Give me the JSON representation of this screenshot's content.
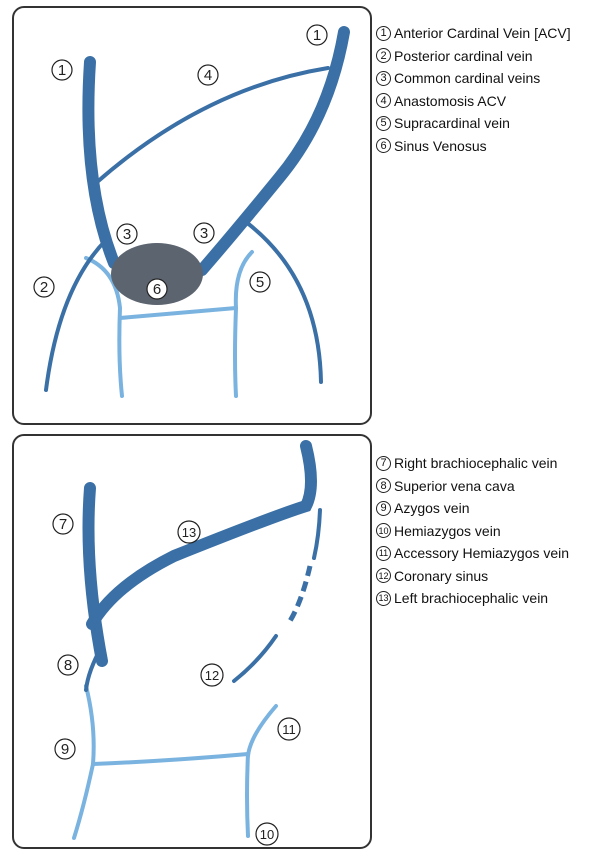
{
  "colors": {
    "dark_vein": "#3a70a6",
    "light_vein": "#7ab3df",
    "sinus": "#5c6470"
  },
  "top_panel": {
    "markers": [
      "1",
      "1",
      "4",
      "3",
      "3",
      "6",
      "2",
      "5"
    ],
    "legend": [
      {
        "num": "1",
        "label": "Anterior Cardinal Vein [ACV]"
      },
      {
        "num": "2",
        "label": "Posterior cardinal vein"
      },
      {
        "num": "3",
        "label": "Common cardinal veins"
      },
      {
        "num": "4",
        "label": "Anastomosis ACV"
      },
      {
        "num": "5",
        "label": "Supracardinal vein"
      },
      {
        "num": "6",
        "label": "Sinus Venosus"
      }
    ]
  },
  "bottom_panel": {
    "markers": [
      "7",
      "13",
      "8",
      "12",
      "9",
      "11",
      "10"
    ],
    "legend": [
      {
        "num": "7",
        "label": "Right brachiocephalic vein"
      },
      {
        "num": "8",
        "label": "Superior vena cava"
      },
      {
        "num": "9",
        "label": "Azygos vein"
      },
      {
        "num": "10",
        "label": "Hemiazygos vein"
      },
      {
        "num": "11",
        "label": "Accessory Hemiazygos vein"
      },
      {
        "num": "12",
        "label": "Coronary sinus"
      },
      {
        "num": "13",
        "label": "Left brachiocephalic vein"
      }
    ]
  }
}
